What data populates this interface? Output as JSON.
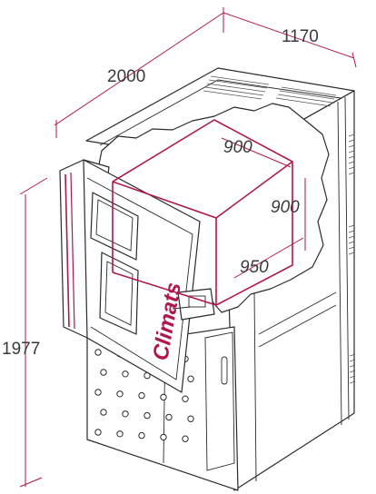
{
  "dimensions": {
    "depth": "2000",
    "width": "1170",
    "height": "1977",
    "chamber_width": "900",
    "chamber_height": "900",
    "chamber_depth": "950"
  },
  "brand": {
    "logo_text": "Climats"
  },
  "colors": {
    "accent": "#b0174f",
    "outline": "#2a2a2a",
    "text": "#3a3a3a"
  }
}
